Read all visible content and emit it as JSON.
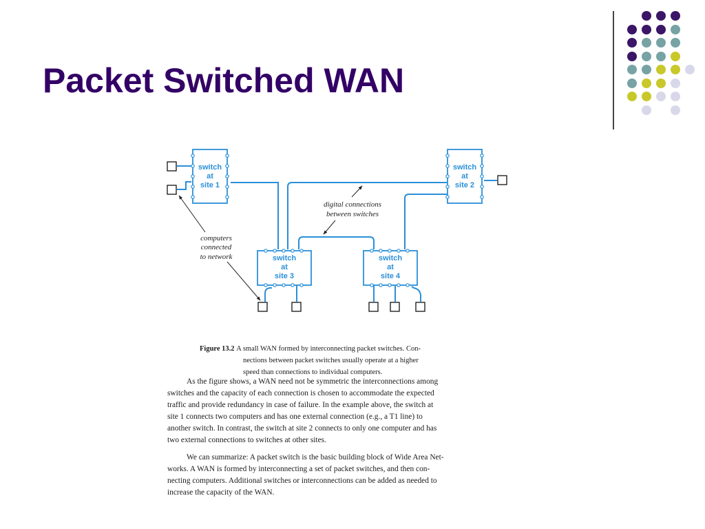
{
  "slide": {
    "title": "Packet Switched WAN"
  },
  "decoration": {
    "colors": {
      "purple": "#3b1566",
      "teal": "#77a3a5",
      "yellow": "#c8c82a",
      "lavender": "#d8d8ea"
    }
  },
  "diagram": {
    "switches": [
      {
        "line1": "switch",
        "line2": "at",
        "line3": "site 1"
      },
      {
        "line1": "switch",
        "line2": "at",
        "line3": "site 2"
      },
      {
        "line1": "switch",
        "line2": "at",
        "line3": "site 3"
      },
      {
        "line1": "switch",
        "line2": "at",
        "line3": "site 4"
      }
    ],
    "label_connections": [
      "digital connections",
      "between switches"
    ],
    "label_computers": [
      "computers",
      "connected",
      "to network"
    ],
    "line_color": "#2a8fd8"
  },
  "caption": {
    "label": "Figure 13.2",
    "lines": [
      "A small WAN formed by interconnecting packet switches.  Con-",
      "nections between packet switches usually operate at a higher",
      "speed than connections to individual computers."
    ]
  },
  "body": {
    "paragraph1": [
      "As the figure shows, a WAN need not be symmetric  the interconnections among",
      "switches and the capacity of each connection is chosen to accommodate the expected",
      "traffic and provide redundancy in case of failure.  In the example above, the switch at",
      "site 1 connects two computers and has one external connection (e.g.,  a T1 line) to",
      "another switch.  In contrast, the switch at site 2 connects to only one computer and has",
      "two external connections to switches at other sites."
    ],
    "paragraph2": [
      "We can summarize: A packet switch is the basic building block of Wide Area Net-",
      "works.  A WAN is formed by interconnecting a set of packet switches, and then con-",
      "necting computers.  Additional switches or interconnections can be added as needed to",
      "increase the capacity of the WAN."
    ]
  }
}
